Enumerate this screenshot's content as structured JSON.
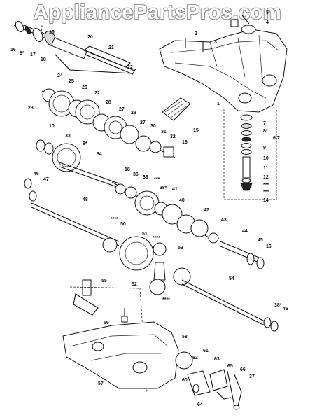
{
  "watermark": "AppliancePartsPros.com",
  "part_labels": [
    {
      "text": "16"
    },
    {
      "text": "8*"
    },
    {
      "text": "17"
    },
    {
      "text": "18"
    },
    {
      "text": "19"
    },
    {
      "text": "20"
    },
    {
      "text": "21"
    },
    {
      "text": "22"
    },
    {
      "text": "24"
    },
    {
      "text": "25"
    },
    {
      "text": "26"
    },
    {
      "text": "22"
    },
    {
      "text": "23"
    },
    {
      "text": "28"
    },
    {
      "text": "27"
    },
    {
      "text": "29"
    },
    {
      "text": "27"
    },
    {
      "text": "30"
    },
    {
      "text": "31"
    },
    {
      "text": "32"
    },
    {
      "text": "16"
    },
    {
      "text": "15"
    },
    {
      "text": "10"
    },
    {
      "text": "33"
    },
    {
      "text": "8*"
    },
    {
      "text": "34"
    },
    {
      "text": "3"
    },
    {
      "text": "2"
    },
    {
      "text": "5"
    },
    {
      "text": "4"
    },
    {
      "text": "1"
    },
    {
      "text": "7"
    },
    {
      "text": "8*"
    },
    {
      "text": "6 7"
    },
    {
      "text": "9"
    },
    {
      "text": "10"
    },
    {
      "text": "11"
    },
    {
      "text": "12"
    },
    {
      "text": "***"
    },
    {
      "text": "***"
    },
    {
      "text": "14"
    },
    {
      "text": "18"
    },
    {
      "text": "36"
    },
    {
      "text": "39"
    },
    {
      "text": "***"
    },
    {
      "text": "38*"
    },
    {
      "text": "41"
    },
    {
      "text": "40"
    },
    {
      "text": "42"
    },
    {
      "text": "43"
    },
    {
      "text": "44"
    },
    {
      "text": "45"
    },
    {
      "text": "16"
    },
    {
      "text": "46"
    },
    {
      "text": "47"
    },
    {
      "text": "48"
    },
    {
      "text": "50"
    },
    {
      "text": "****"
    },
    {
      "text": "51"
    },
    {
      "text": "****"
    },
    {
      "text": "53"
    },
    {
      "text": "52"
    },
    {
      "text": "****"
    },
    {
      "text": "54"
    },
    {
      "text": "55"
    },
    {
      "text": "56"
    },
    {
      "text": "57"
    },
    {
      "text": "58"
    },
    {
      "text": "60"
    },
    {
      "text": "61"
    },
    {
      "text": "62"
    },
    {
      "text": "63"
    },
    {
      "text": "64"
    },
    {
      "text": "65"
    },
    {
      "text": "66"
    },
    {
      "text": "37"
    },
    {
      "text": "38*"
    },
    {
      "text": "46"
    }
  ]
}
